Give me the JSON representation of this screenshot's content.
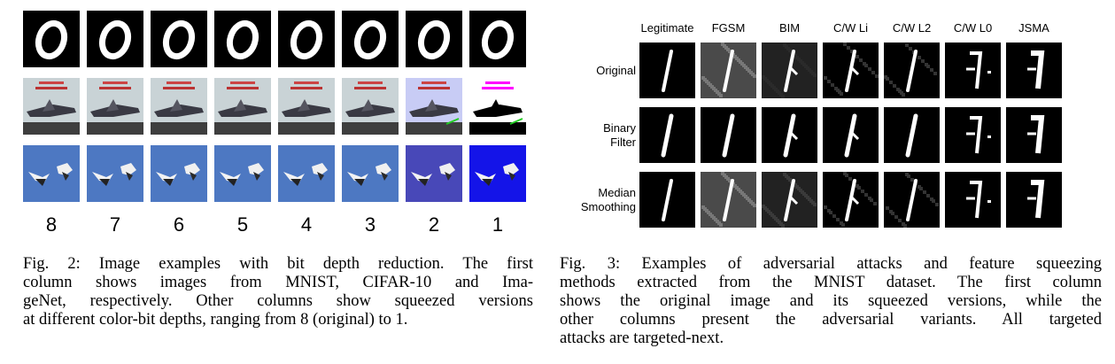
{
  "figure2": {
    "bit_depths": [
      "8",
      "7",
      "6",
      "5",
      "4",
      "3",
      "2",
      "1"
    ],
    "rows": [
      "MNIST",
      "CIFAR-10",
      "ImageNet"
    ],
    "caption_lines": [
      "Fig. 2: Image examples with bit depth reduction. The first",
      "column shows images from MNIST, CIFAR-10 and Ima-",
      "geNet, respectively. Other columns show squeezed versions",
      "at different color-bit depths, ranging from 8 (original) to 1."
    ]
  },
  "figure3": {
    "column_headers": [
      "Legitimate",
      "FGSM",
      "BIM",
      "C/W Li",
      "C/W L2",
      "C/W L0",
      "JSMA"
    ],
    "row_headers": [
      [
        "Original"
      ],
      [
        "Binary",
        "Filter"
      ],
      [
        "Median",
        "Smoothing"
      ]
    ],
    "caption_lines": [
      "Fig. 3: Examples of adversarial attacks and feature squeezing",
      "methods extracted from the MNIST dataset. The first column",
      "shows the original image and its squeezed versions, while the",
      "other columns present the adversarial variants. All targeted",
      "attacks are targeted-next."
    ]
  },
  "colors": {
    "cifar_bg": "#c9d3d6",
    "imagenet_bg": "#4d78c2",
    "imagenet_low_bit_bg": "#1414e8"
  }
}
